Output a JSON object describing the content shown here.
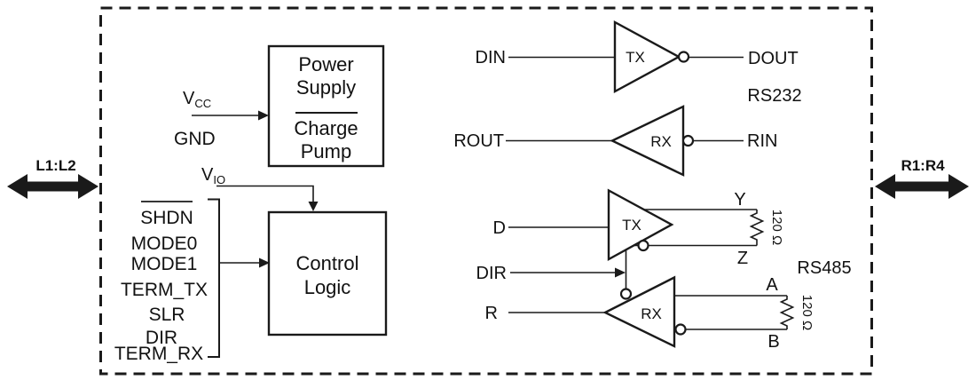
{
  "ports": {
    "left": "L1:L2",
    "right": "R1:R4"
  },
  "power_supply": {
    "title_line1": "Power",
    "title_line2": "Supply",
    "title_line3": "Charge",
    "title_line4": "Pump",
    "vcc_main": "V",
    "vcc_sub": "CC",
    "gnd": "GND",
    "vio_main": "V",
    "vio_sub": "IO"
  },
  "control": {
    "box_line1": "Control",
    "box_line2": "Logic",
    "pins": [
      "SHDN",
      "MODE0",
      "MODE1",
      "TERM_TX",
      "SLR",
      "DIR",
      "TERM_RX"
    ]
  },
  "rs232": {
    "label": "RS232",
    "tx_buffer": "TX",
    "rx_buffer": "RX",
    "din": "DIN",
    "dout": "DOUT",
    "rout": "ROUT",
    "rin": "RIN"
  },
  "rs485": {
    "label": "RS485",
    "tx_buffer": "TX",
    "rx_buffer": "RX",
    "d": "D",
    "dir": "DIR",
    "r": "R",
    "y": "Y",
    "z": "Z",
    "a": "A",
    "b": "B",
    "term_tx": "120 Ω",
    "term_rx": "120 Ω"
  }
}
